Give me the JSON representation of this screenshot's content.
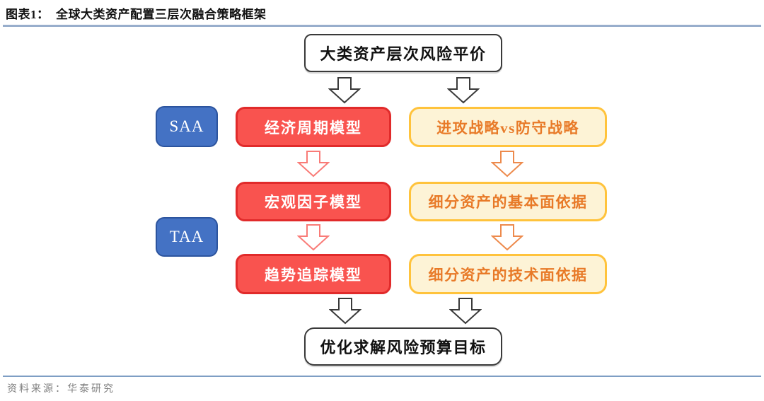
{
  "figure": {
    "title": "图表1：  全球大类资产配置三层次融合策略框架",
    "source": "资料来源：华泰研究"
  },
  "diagram": {
    "top_node": "大类资产层次风险平价",
    "bottom_node": "优化求解风险预算目标",
    "stage_labels": {
      "saa": "SAA",
      "taa": "TAA"
    },
    "left_column": [
      "经济周期模型",
      "宏观因子模型",
      "趋势追踪模型"
    ],
    "right_column": [
      "进攻战略vs防守战略",
      "细分资产的基本面依据",
      "细分资产的技术面依据"
    ]
  },
  "colors": {
    "red_fill": "#F9534F",
    "red_border": "#E12B2B",
    "red_arrow": "#F97B77",
    "yellow_fill": "#FDF3D6",
    "yellow_border": "#FFC33C",
    "orange_text": "#E87A28",
    "orange_arrow": "#ED8A4C",
    "blue_fill": "#4472C4",
    "blue_border": "#2C549E",
    "black_outline": "#3A3A3A",
    "title_rule_blue": "#98AECC",
    "footer_rule_blue": "#7E9EC4",
    "source_gray": "#7F7F7F"
  }
}
